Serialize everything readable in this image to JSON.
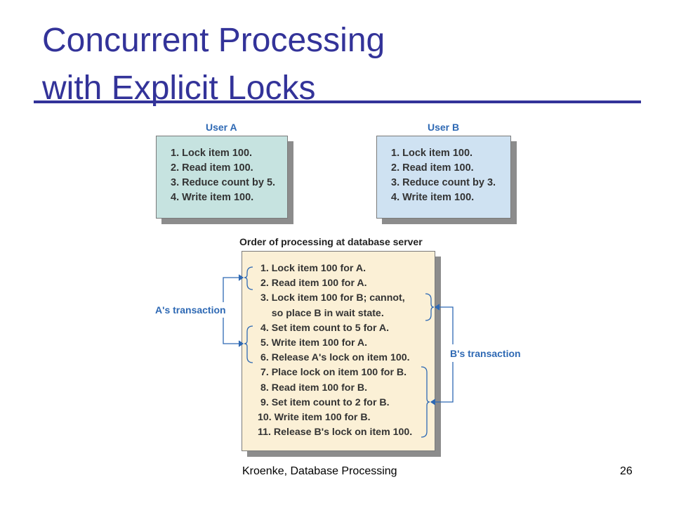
{
  "title": {
    "line1": "Concurrent Processing",
    "line2": "with Explicit Locks"
  },
  "user_a": {
    "label": "User A",
    "steps": [
      "1. Lock item 100.",
      "2. Read item 100.",
      "3. Reduce count by 5.",
      "4. Write item 100."
    ]
  },
  "user_b": {
    "label": "User B",
    "steps": [
      "1. Lock item 100.",
      "2. Read item 100.",
      "3. Reduce count by 3.",
      "4. Write item 100."
    ]
  },
  "server": {
    "label": "Order of processing at database server",
    "steps": [
      " 1. Lock item 100 for A.",
      " 2. Read item 100 for A.",
      " 3. Lock item 100 for B; cannot,",
      "     so place B in wait state.",
      " 4. Set item count to 5 for A.",
      " 5. Write item 100 for A.",
      " 6. Release A's lock on item 100.",
      " 7. Place lock on item 100 for B.",
      " 8. Read item 100 for B.",
      " 9. Set item count to 2 for B.",
      "10. Write item 100 for B.",
      "11. Release B's lock on item 100."
    ]
  },
  "annotations": {
    "a_transaction": "A's transaction",
    "b_transaction": "B's transaction"
  },
  "footer": {
    "source": "Kroenke, Database Processing",
    "page": "26"
  },
  "colors": {
    "title": "#333399",
    "label_blue": "#2e69b4",
    "box_a": "#c6e3e0",
    "box_b": "#cfe2f2",
    "box_server": "#fbf0d6",
    "bracket_line": "#2e69b4"
  }
}
